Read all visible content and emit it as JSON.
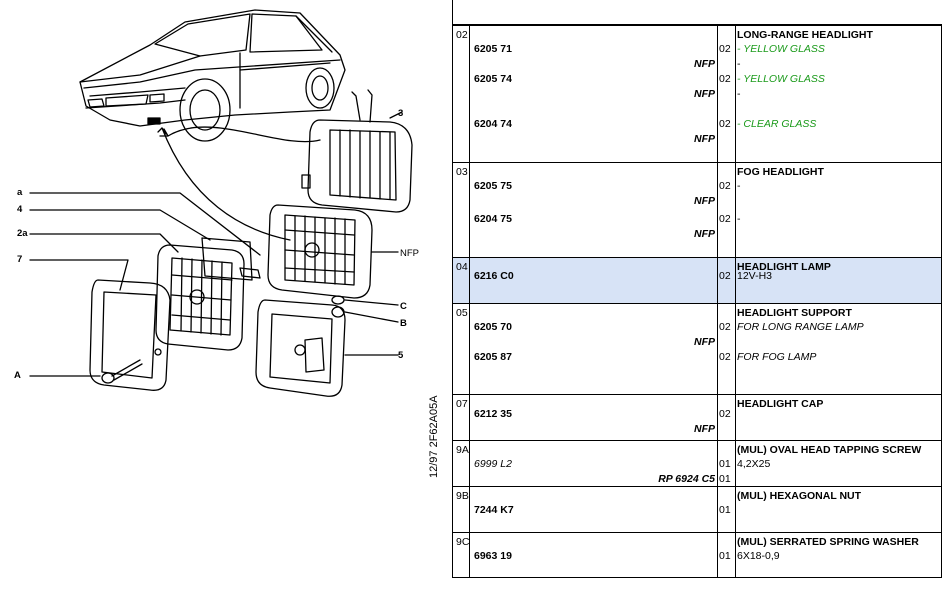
{
  "diagram": {
    "ref_code": "12/97 2F62A05A",
    "callouts": [
      "a",
      "4",
      "2a",
      "7",
      "A",
      "3",
      "NFP",
      "C",
      "B",
      "5"
    ]
  },
  "rows": [
    {
      "num": "02",
      "title": "LONG-RANGE HEADLIGHT",
      "lines": [
        {
          "ref": "6205 71",
          "qty": "02",
          "desc": "- YELLOW GLASS",
          "desc_style": "g"
        },
        {
          "ref": "NFP",
          "ref_style": "right",
          "desc": "-"
        },
        {
          "ref": "6205 74",
          "qty": "02",
          "desc": "- YELLOW GLASS",
          "desc_style": "g"
        },
        {
          "ref": "NFP",
          "ref_style": "right",
          "desc": "-"
        },
        {
          "ref": "6204 74",
          "qty": "02",
          "desc": "- CLEAR GLASS",
          "desc_style": "g"
        },
        {
          "ref": "NFP",
          "ref_style": "right"
        }
      ]
    },
    {
      "num": "03",
      "title": "FOG HEADLIGHT",
      "lines": [
        {
          "ref": "6205 75",
          "qty": "02",
          "desc": "-"
        },
        {
          "ref": "NFP",
          "ref_style": "right"
        },
        {
          "ref": "6204 75",
          "qty": "02",
          "desc": "-"
        },
        {
          "ref": "NFP",
          "ref_style": "right"
        }
      ]
    },
    {
      "num": "04",
      "title": "HEADLIGHT LAMP",
      "lines": [
        {
          "ref": "6216 C0",
          "qty": "02",
          "desc": "12V-H3"
        }
      ]
    },
    {
      "num": "05",
      "title": "HEADLIGHT SUPPORT",
      "lines": [
        {
          "ref": "6205 70",
          "qty": "02",
          "desc": "FOR LONG RANGE LAMP",
          "desc_style": "i"
        },
        {
          "ref": "NFP",
          "ref_style": "right"
        },
        {
          "ref": "6205 87",
          "qty": "02",
          "desc": "FOR FOG LAMP",
          "desc_style": "i"
        }
      ]
    },
    {
      "num": "07",
      "title": "HEADLIGHT CAP",
      "lines": [
        {
          "ref": "6212 35",
          "qty": "02"
        },
        {
          "ref": "NFP",
          "ref_style": "right"
        }
      ]
    },
    {
      "num": "9A",
      "title": "(MUL) OVAL HEAD TAPPING SCREW",
      "lines": [
        {
          "ref": "6999 L2",
          "ref_style": "italic",
          "qty": "01",
          "desc": "4,2X25"
        },
        {
          "ref": "RP 6924 C5",
          "ref_style": "right",
          "qty": "01"
        }
      ]
    },
    {
      "num": "9B",
      "title": "(MUL) HEXAGONAL NUT",
      "lines": [
        {
          "ref": "7244 K7",
          "qty": "01"
        }
      ]
    },
    {
      "num": "9C",
      "title": "(MUL) SERRATED SPRING WASHER",
      "lines": [
        {
          "ref": "6963 19",
          "qty": "01",
          "desc": "6X18-0,9"
        }
      ]
    }
  ]
}
